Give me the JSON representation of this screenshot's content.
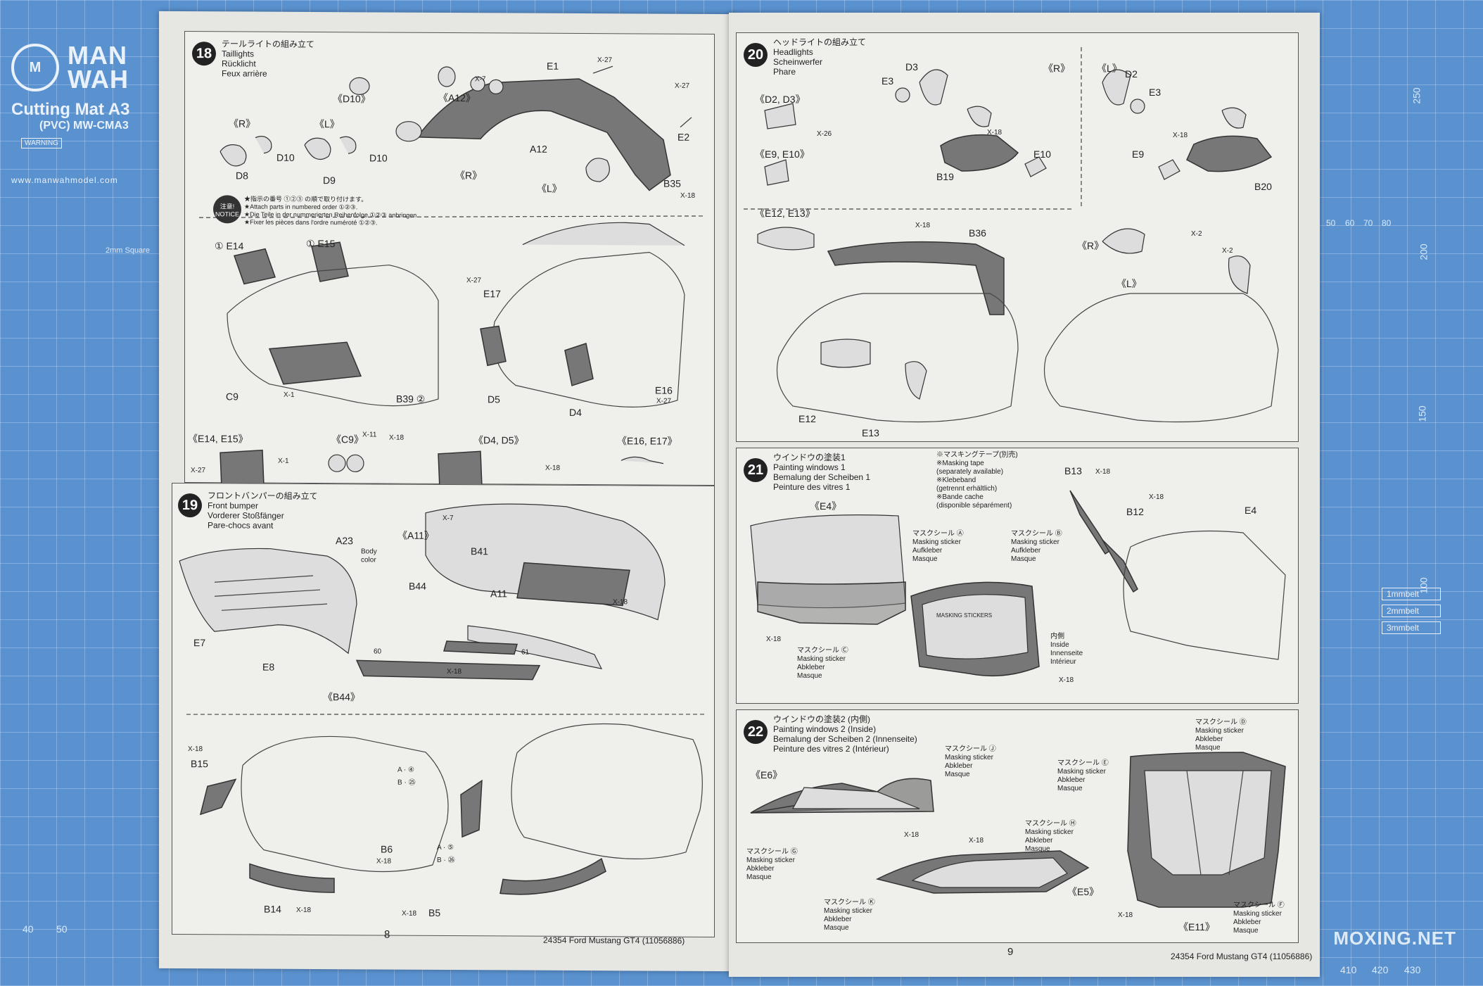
{
  "mat": {
    "brand_top": "MAN",
    "brand_bottom": "WAH",
    "title": "Cutting Mat A3",
    "model": "(PVC) MW-CMA3",
    "warning": "WARNING",
    "url": "www.manwahmodel.com",
    "square": "2mm Square",
    "mm_labels": [
      "1mmbelt",
      "2mmbelt",
      "3mmbelt"
    ],
    "scale_top": [
      "50"
    ],
    "scale_right": [
      "250",
      "200",
      "150",
      "100"
    ],
    "scale_bottom_left": [
      "40",
      "50"
    ],
    "scale_bottom_right": [
      "410",
      "420",
      "430"
    ],
    "scale_right_inner": [
      "50",
      "60",
      "70",
      "80"
    ]
  },
  "left_page": {
    "page_number": "8",
    "footer": "24354  Ford Mustang GT4 (11056886)",
    "step18": {
      "number": "18",
      "title_jp": "テールライトの組み立て",
      "title_lines": [
        "Taillights",
        "Rücklicht",
        "Feux arrière"
      ],
      "labels": [
        "《D10》",
        "《A12》",
        "E1",
        "X-27",
        "X-7",
        "X-27",
        "E2",
        "A12",
        "B35",
        "X-18",
        "《R》",
        "《L》",
        "《R》",
        "《L》",
        "D8",
        "D10",
        "D9",
        "D10"
      ],
      "notice": {
        "badge": "注意! NOTICE",
        "lines": [
          "★指示の番号 ①②③ の順で取り付けます。",
          "★Attach parts in numbered order ①②③.",
          "★Die Teile in der nummerierten Reihenfolge ①②③ anbringen.",
          "★Fixer les pièces dans l'ordre numéroté ①②③."
        ]
      },
      "detail_labels": [
        "① E14",
        "① E15",
        "X-27",
        "E17",
        "C9",
        "X-1",
        "B39 ②",
        "D5",
        "D4",
        "E16",
        "X-27"
      ],
      "sub_labels": [
        "《E14, E15》",
        "X-27",
        "X-1",
        "《C9》",
        "X-11",
        "X-18",
        "《D4, D5》",
        "X-18",
        "《E16, E17》"
      ]
    },
    "step19": {
      "number": "19",
      "title_jp": "フロントバンパーの組み立て",
      "title_lines": [
        "Front bumper",
        "Vorderer Stoßfänger",
        "Pare-chocs avant"
      ],
      "labels": [
        "A23",
        "Body",
        "color",
        "E7",
        "E8",
        "《A11》",
        "X-7",
        "B41",
        "B44",
        "A11",
        "X-18",
        "《B44》",
        "X-18",
        "60",
        "61"
      ],
      "lower_labels": [
        "X-18",
        "B15",
        "A",
        "④",
        "B",
        "㉕",
        "B6",
        "X-18",
        "A",
        "⑤",
        "B",
        "㉖",
        "B14",
        "X-18",
        "X-18",
        "B5"
      ]
    }
  },
  "right_page": {
    "page_number": "9",
    "footer": "24354  Ford Mustang GT4 (11056886)",
    "step20": {
      "number": "20",
      "title_jp": "ヘッドライトの組み立て",
      "title_lines": [
        "Headlights",
        "Scheinwerfer",
        "Phare"
      ],
      "labels": [
        "《R》",
        "《L》",
        "D3",
        "E3",
        "D2",
        "E3",
        "X-18",
        "E10",
        "B19",
        "E9",
        "X-18",
        "B20",
        "《D2, D3》",
        "X-26",
        "《E9, E10》",
        "《E12, E13》",
        "X-18",
        "B36",
        "X-2",
        "《R》",
        "X-2",
        "《L》",
        "E12",
        "E13"
      ]
    },
    "step21": {
      "number": "21",
      "title_jp": "ウインドウの塗装1",
      "title_lines": [
        "Painting windows 1",
        "Bemalung der Scheiben 1",
        "Peinture des vitres 1"
      ],
      "tape_note": [
        "※マスキングテープ(別売)",
        "※Masking tape",
        "(separately available)",
        "※Klebeband",
        "(getrennt erhältlich)",
        "※Bande cache",
        "(disponible séparément)"
      ],
      "labels": [
        "《E4》",
        "X-18",
        "B13",
        "X-18",
        "X-18",
        "B12",
        "E4",
        "内側",
        "Inside",
        "Innenseite",
        "Intérieur",
        "X-18",
        "MASKING STICKERS"
      ],
      "sticker_a": [
        "マスクシール Ⓐ",
        "Masking sticker",
        "Aufkleber",
        "Masque"
      ],
      "sticker_b": [
        "マスクシール Ⓑ",
        "Masking sticker",
        "Aufkleber",
        "Masque"
      ],
      "sticker_c": [
        "マスクシール Ⓒ",
        "Masking sticker",
        "Abkleber",
        "Masque"
      ]
    },
    "step22": {
      "number": "22",
      "title_jp": "ウインドウの塗装2 (内側)",
      "title_lines": [
        "Painting windows 2  (Inside)",
        "Bemalung der Scheiben 2  (Innenseite)",
        "Peinture des vitres 2  (Intérieur)"
      ],
      "labels": [
        "《E6》",
        "X-18",
        "X-18",
        "《E5》",
        "《E11》",
        "X-18"
      ],
      "sticker_j": [
        "マスクシール Ⓙ",
        "Masking sticker",
        "Abkleber",
        "Masque"
      ],
      "sticker_e": [
        "マスクシール Ⓔ",
        "Masking sticker",
        "Abkleber",
        "Masque"
      ],
      "sticker_d": [
        "マスクシール Ⓓ",
        "Masking sticker",
        "Abkleber",
        "Masque"
      ],
      "sticker_g": [
        "マスクシール Ⓖ",
        "Masking sticker",
        "Abkleber",
        "Masque"
      ],
      "sticker_h": [
        "マスクシール Ⓗ",
        "Masking sticker",
        "Abkleber",
        "Masque"
      ],
      "sticker_k": [
        "マスクシール Ⓚ",
        "Masking sticker",
        "Abkleber",
        "Masque"
      ],
      "sticker_f": [
        "マスクシール Ⓕ",
        "Masking sticker",
        "Abkleber",
        "Masque"
      ]
    }
  },
  "watermark": "MOXING.NET"
}
